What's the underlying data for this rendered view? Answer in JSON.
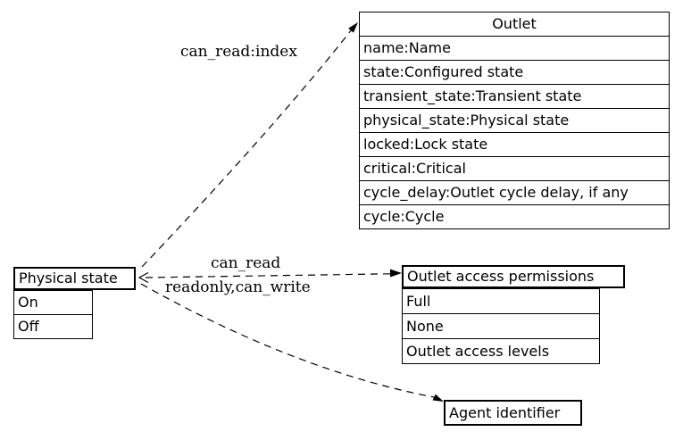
{
  "diagram": {
    "background": "#ffffff",
    "ink": "#000000",
    "nodes": {
      "outlet": {
        "title": "Outlet",
        "rows": [
          "name:Name",
          "state:Configured state",
          "transient_state:Transient state",
          "physical_state:Physical state",
          "locked:Lock state",
          "critical:Critical",
          "cycle_delay:Outlet cycle delay, if any",
          "cycle:Cycle"
        ]
      },
      "physical_state": {
        "title": "Physical state",
        "rows": [
          "On",
          "Off"
        ]
      },
      "outlet_access_permissions": {
        "title": "Outlet access permissions",
        "rows": [
          "Full",
          "None",
          "Outlet access levels"
        ]
      },
      "agent_identifier": {
        "title": "Agent identifier"
      }
    },
    "edges": {
      "can_read_index": "can_read:index",
      "can_read": "can_read",
      "readonly_can_write": "readonly,can_write"
    }
  }
}
